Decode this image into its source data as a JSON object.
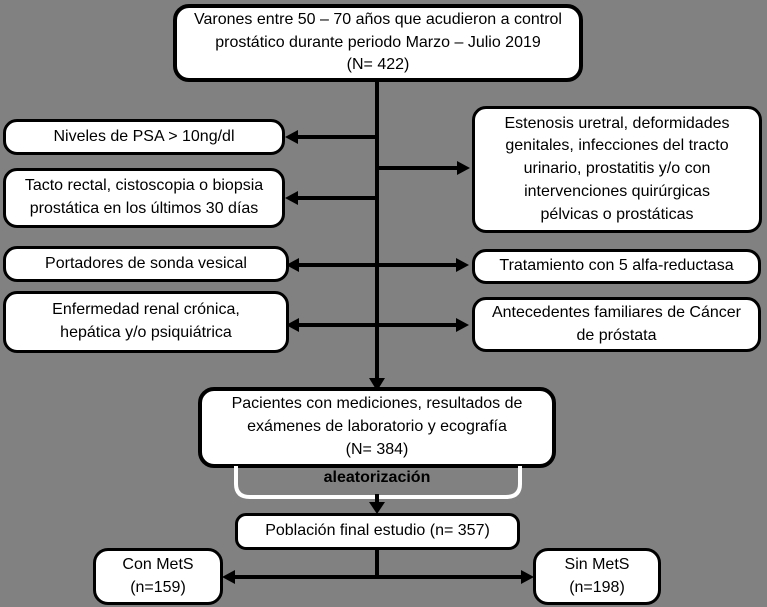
{
  "colors": {
    "background": "#818181",
    "box_fill": "#ffffff",
    "box_border": "#000000",
    "arrow": "#000000",
    "bracket": "#ffffff"
  },
  "boxes": {
    "top": {
      "lines": [
        "Varones entre 50 – 70 años que acudieron a control",
        "prostático durante periodo Marzo – Julio 2019",
        "(N= 422)"
      ],
      "n": 422
    },
    "left": [
      {
        "lines": [
          "Niveles de PSA > 10ng/dl"
        ]
      },
      {
        "lines": [
          "Tacto rectal, cistoscopia o biopsia",
          "prostática en los últimos 30 días"
        ]
      },
      {
        "lines": [
          "Portadores de sonda vesical"
        ]
      },
      {
        "lines": [
          "Enfermedad renal crónica,",
          "hepática y/o psiquiátrica"
        ]
      }
    ],
    "right": [
      {
        "lines": [
          "Estenosis uretral, deformidades",
          "genitales, infecciones del tracto",
          "urinario, prostatitis y/o con",
          "intervenciones quirúrgicas",
          "pélvicas o prostáticas"
        ]
      },
      {
        "lines": [
          "Tratamiento con 5 alfa-reductasa"
        ]
      },
      {
        "lines": [
          "Antecedentes familiares de Cáncer",
          "de próstata"
        ]
      }
    ],
    "middle": {
      "lines": [
        "Pacientes con mediciones, resultados de",
        "exámenes de laboratorio y ecografía",
        "(N= 384)"
      ],
      "n": 384
    },
    "final": {
      "lines": [
        "Población final estudio (n= 357)"
      ],
      "n": 357
    },
    "with_mets": {
      "lines": [
        "Con MetS",
        "(n=159)"
      ],
      "n": 159
    },
    "without_mets": {
      "lines": [
        "Sin MetS",
        "(n=198)"
      ],
      "n": 198
    }
  },
  "labels": {
    "randomization": "aleatorización"
  }
}
